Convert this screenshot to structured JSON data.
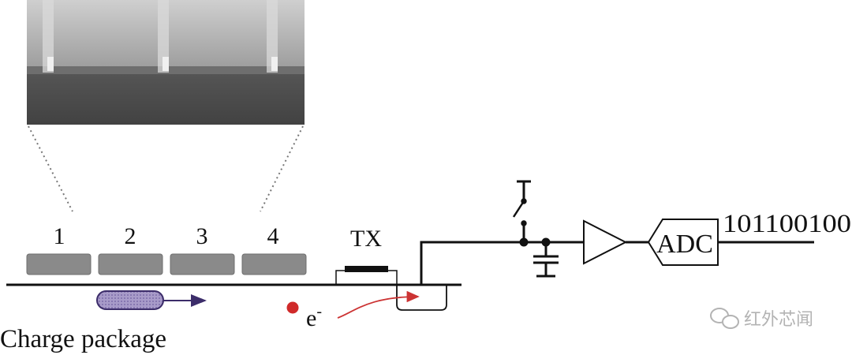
{
  "electrodes": {
    "labels": [
      "1",
      "2",
      "3",
      "4"
    ]
  },
  "transfer_gate": {
    "label": "TX"
  },
  "electron": {
    "label": "e",
    "superscript": "-"
  },
  "charge_package": {
    "label": "Charge package"
  },
  "adc": {
    "label": "ADC",
    "output_code": "101100100"
  },
  "watermark": {
    "text": "红外芯闻",
    "icon": "wechat-icon"
  },
  "colors": {
    "line": "#111111",
    "electrode": "#8a8a8a",
    "electron": "#d02a2a",
    "arrow": "#cc3333",
    "charge_fill": "#9d8fc0",
    "charge_outline": "#3c2d6a",
    "micrograph_top": "#b8b8b8",
    "micrograph_bottom": "#4c4c4c"
  }
}
